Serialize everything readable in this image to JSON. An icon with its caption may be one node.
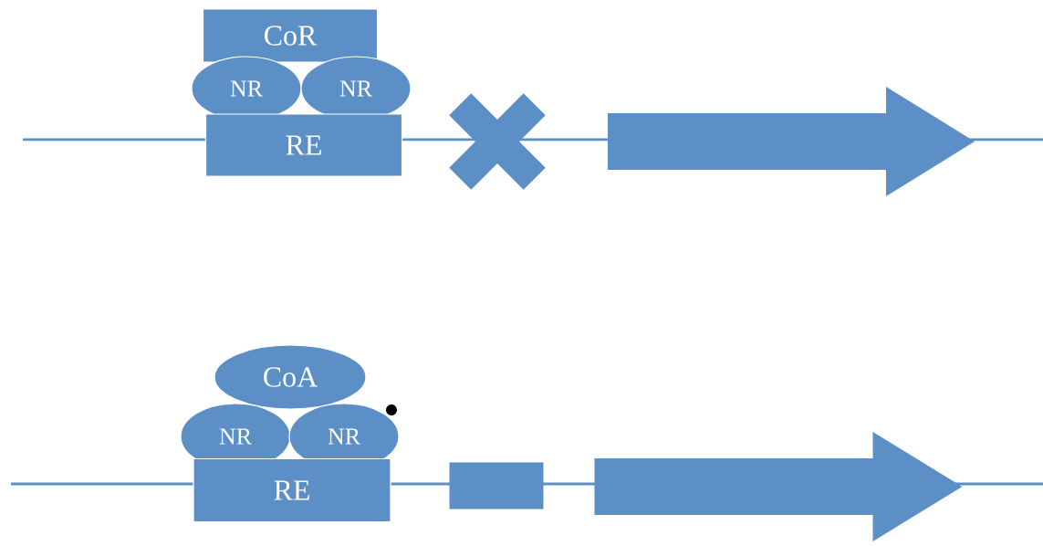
{
  "diagram": {
    "nodes": [
      {
        "text": [
          "CoR"
        ]
      },
      {
        "text": [
          "NR"
        ]
      },
      {
        "text": [
          "NR"
        ]
      },
      {
        "text": [
          "RE"
        ]
      },
      {
        "text": [],
        "shape": "cross"
      },
      {
        "text": [],
        "shape": "arrow"
      },
      {
        "text": [
          "CoA"
        ]
      },
      {
        "text": [
          "NR"
        ]
      },
      {
        "text": [
          "NR"
        ]
      },
      {
        "text": [
          "RE"
        ]
      },
      {
        "text": [],
        "shape": "box"
      },
      {
        "text": [],
        "shape": "arrow"
      },
      {
        "text": [],
        "shape": "circle"
      }
    ]
  }
}
